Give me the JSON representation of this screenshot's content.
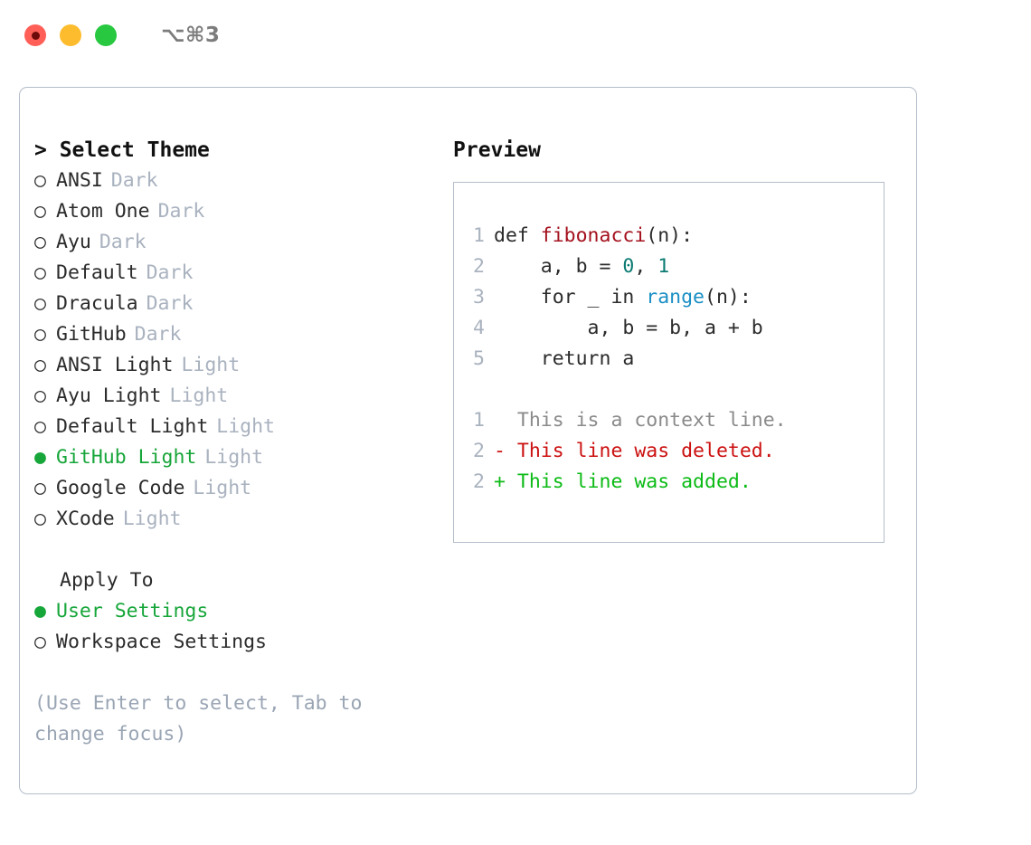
{
  "titlebar": {
    "shortcut": "⌥⌘3",
    "lights": [
      "close-red",
      "minimize-yellow",
      "zoom-green"
    ]
  },
  "left": {
    "heading": "> Select Theme",
    "themes": [
      {
        "bullet": "○",
        "name": "ANSI",
        "tag": "Dark",
        "selected": false
      },
      {
        "bullet": "○",
        "name": "Atom One",
        "tag": "Dark",
        "selected": false
      },
      {
        "bullet": "○",
        "name": "Ayu",
        "tag": "Dark",
        "selected": false
      },
      {
        "bullet": "○",
        "name": "Default",
        "tag": "Dark",
        "selected": false
      },
      {
        "bullet": "○",
        "name": "Dracula",
        "tag": "Dark",
        "selected": false
      },
      {
        "bullet": "○",
        "name": "GitHub",
        "tag": "Dark",
        "selected": false
      },
      {
        "bullet": "○",
        "name": "ANSI Light",
        "tag": "Light",
        "selected": false
      },
      {
        "bullet": "○",
        "name": "Ayu Light",
        "tag": "Light",
        "selected": false
      },
      {
        "bullet": "○",
        "name": "Default Light",
        "tag": "Light",
        "selected": false
      },
      {
        "bullet": "●",
        "name": "GitHub Light",
        "tag": "Light",
        "selected": true
      },
      {
        "bullet": "○",
        "name": "Google Code",
        "tag": "Light",
        "selected": false
      },
      {
        "bullet": "○",
        "name": "XCode",
        "tag": "Light",
        "selected": false
      }
    ],
    "apply_to": {
      "heading": "Apply To",
      "options": [
        {
          "bullet": "●",
          "name": "User Settings",
          "selected": true
        },
        {
          "bullet": "○",
          "name": "Workspace Settings",
          "selected": false
        }
      ]
    },
    "hint": "(Use Enter to select, Tab to change focus)"
  },
  "right": {
    "heading": "Preview",
    "code_lines": [
      {
        "num": "1",
        "tokens": [
          {
            "t": "def ",
            "c": "kw"
          },
          {
            "t": "fibonacci",
            "c": "fn"
          },
          {
            "t": "(n):",
            "c": "plain"
          }
        ]
      },
      {
        "num": "2",
        "tokens": [
          {
            "t": "    a, b = ",
            "c": "plain"
          },
          {
            "t": "0",
            "c": "num"
          },
          {
            "t": ", ",
            "c": "plain"
          },
          {
            "t": "1",
            "c": "num"
          }
        ]
      },
      {
        "num": "3",
        "tokens": [
          {
            "t": "    for _ in ",
            "c": "plain"
          },
          {
            "t": "range",
            "c": "builtin"
          },
          {
            "t": "(n):",
            "c": "plain"
          }
        ]
      },
      {
        "num": "4",
        "tokens": [
          {
            "t": "        a, b = b, a + b",
            "c": "plain"
          }
        ]
      },
      {
        "num": "5",
        "tokens": [
          {
            "t": "    return a",
            "c": "plain"
          }
        ]
      }
    ],
    "diff_lines": [
      {
        "num": "1",
        "marker": "  ",
        "text": "This is a context line.",
        "kind": "ctx"
      },
      {
        "num": "2",
        "marker": "- ",
        "text": "This line was deleted.",
        "kind": "del"
      },
      {
        "num": "2",
        "marker": "+ ",
        "text": "This line was added.",
        "kind": "add"
      }
    ]
  },
  "colors": {
    "selected_green": "#17a63a",
    "tag_grey": "#a9b2bf",
    "hint_grey": "#9aa5b4",
    "border": "#b4bdc9",
    "diff_delete": "#cc1111",
    "diff_add": "#0cbb16",
    "code_function": "#a3111d",
    "code_number": "#0b7a72",
    "code_builtin": "#1a8fc4"
  }
}
